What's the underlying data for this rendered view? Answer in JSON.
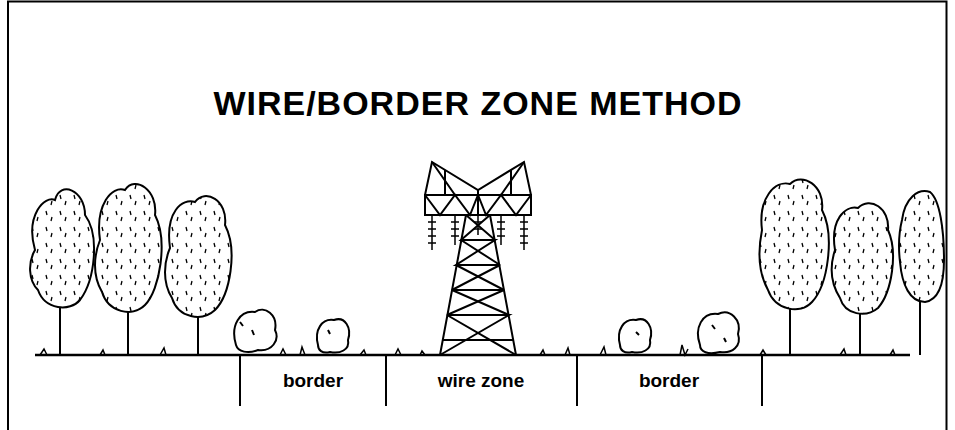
{
  "diagram": {
    "title": "WIRE/BORDER ZONE METHOD",
    "labels": [
      "border",
      "wire zone",
      "border"
    ]
  }
}
